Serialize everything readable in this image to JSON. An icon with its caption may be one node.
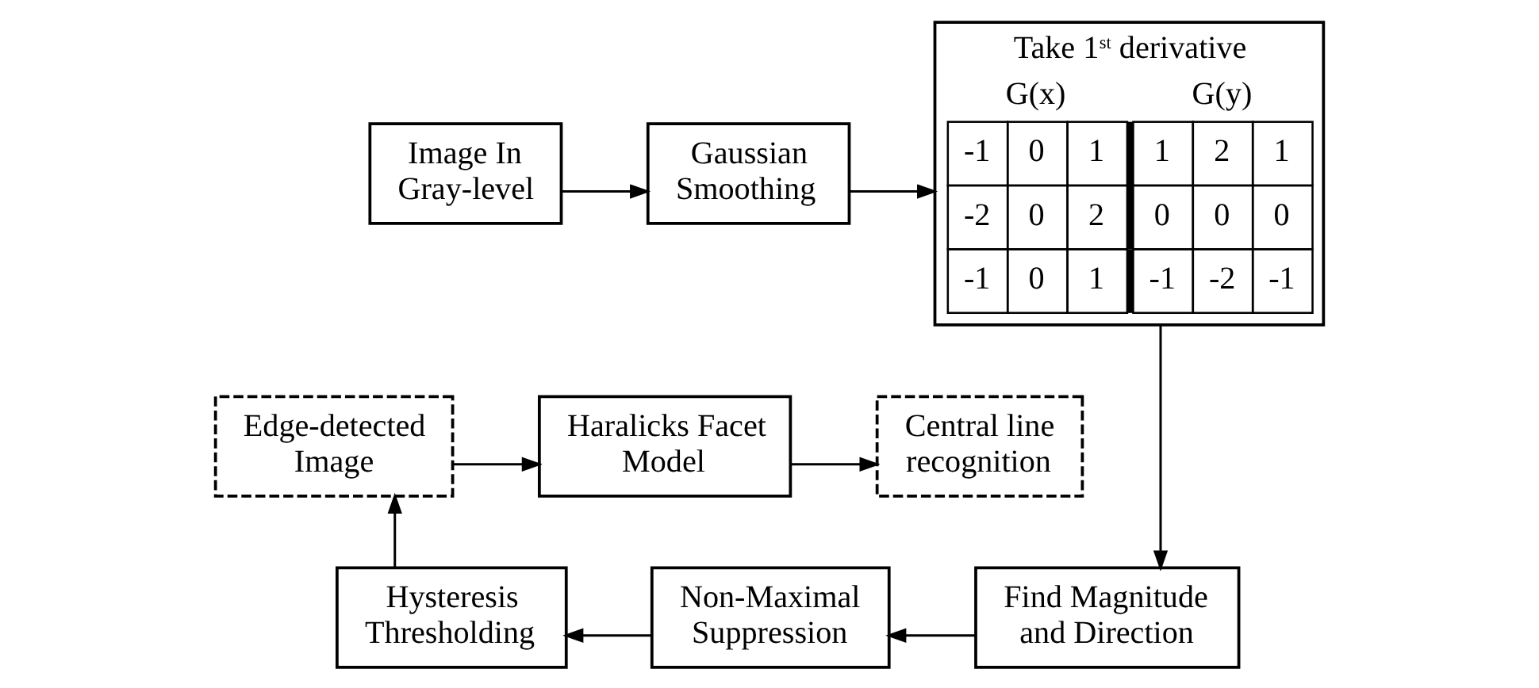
{
  "diagram": {
    "nodes": [
      {
        "text": [
          "Image In Gray-level"
        ]
      },
      {
        "text": [
          "Gaussian Smoothing"
        ]
      },
      {
        "text": [
          "Take 1$^{st}$ derivative",
          "G(x)",
          "G(y)",
          "-1",
          "0",
          "1",
          "1",
          "2",
          "1",
          "-2",
          "0",
          "2",
          "0",
          "0",
          "0",
          "-1",
          "0",
          "1",
          "-1",
          "-2",
          "-1"
        ]
      },
      {
        "text": [
          "Edge-detected Image"
        ]
      },
      {
        "text": [
          "Haralicks Facet Model"
        ]
      },
      {
        "text": [
          "Central line recognition"
        ]
      },
      {
        "text": [
          "Hysteresis Thresholding"
        ]
      },
      {
        "text": [
          "Non-Maximal Suppression"
        ]
      },
      {
        "text": [
          "Find Magnitude and Direction"
        ]
      }
    ],
    "edges": [
      {
        "from": 0,
        "to": 1,
        "arrow": "to"
      },
      {
        "from": 1,
        "to": 2,
        "arrow": "to"
      },
      {
        "from": 2,
        "to": 8,
        "arrow": "to"
      },
      {
        "from": 8,
        "to": 7,
        "arrow": "to"
      },
      {
        "from": 7,
        "to": 6,
        "arrow": "to"
      },
      {
        "from": 6,
        "to": 3,
        "arrow": "to"
      },
      {
        "from": 3,
        "to": 4,
        "arrow": "to"
      },
      {
        "from": 4,
        "to": 5,
        "arrow": "to"
      }
    ]
  }
}
